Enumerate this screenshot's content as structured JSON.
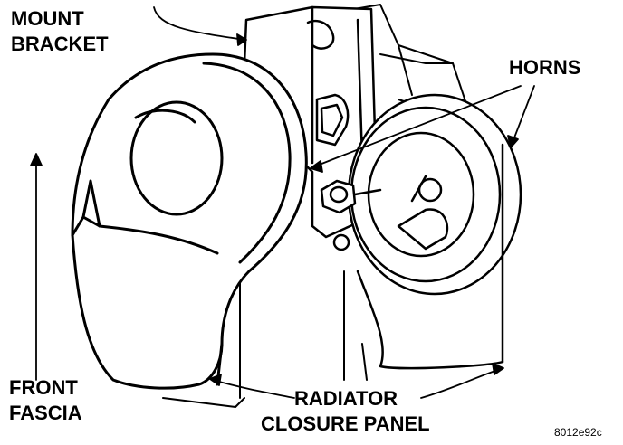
{
  "labels": {
    "mount_bracket_1": "MOUNT",
    "mount_bracket_2": "BRACKET",
    "horns": "HORNS",
    "front_fascia_1": "FRONT",
    "front_fascia_2": "FASCIA",
    "radiator_1": "RADIATOR",
    "radiator_2": "CLOSURE PANEL",
    "figure_code": "8012e92c"
  },
  "colors": {
    "ink": "#000000",
    "paper": "#ffffff"
  }
}
